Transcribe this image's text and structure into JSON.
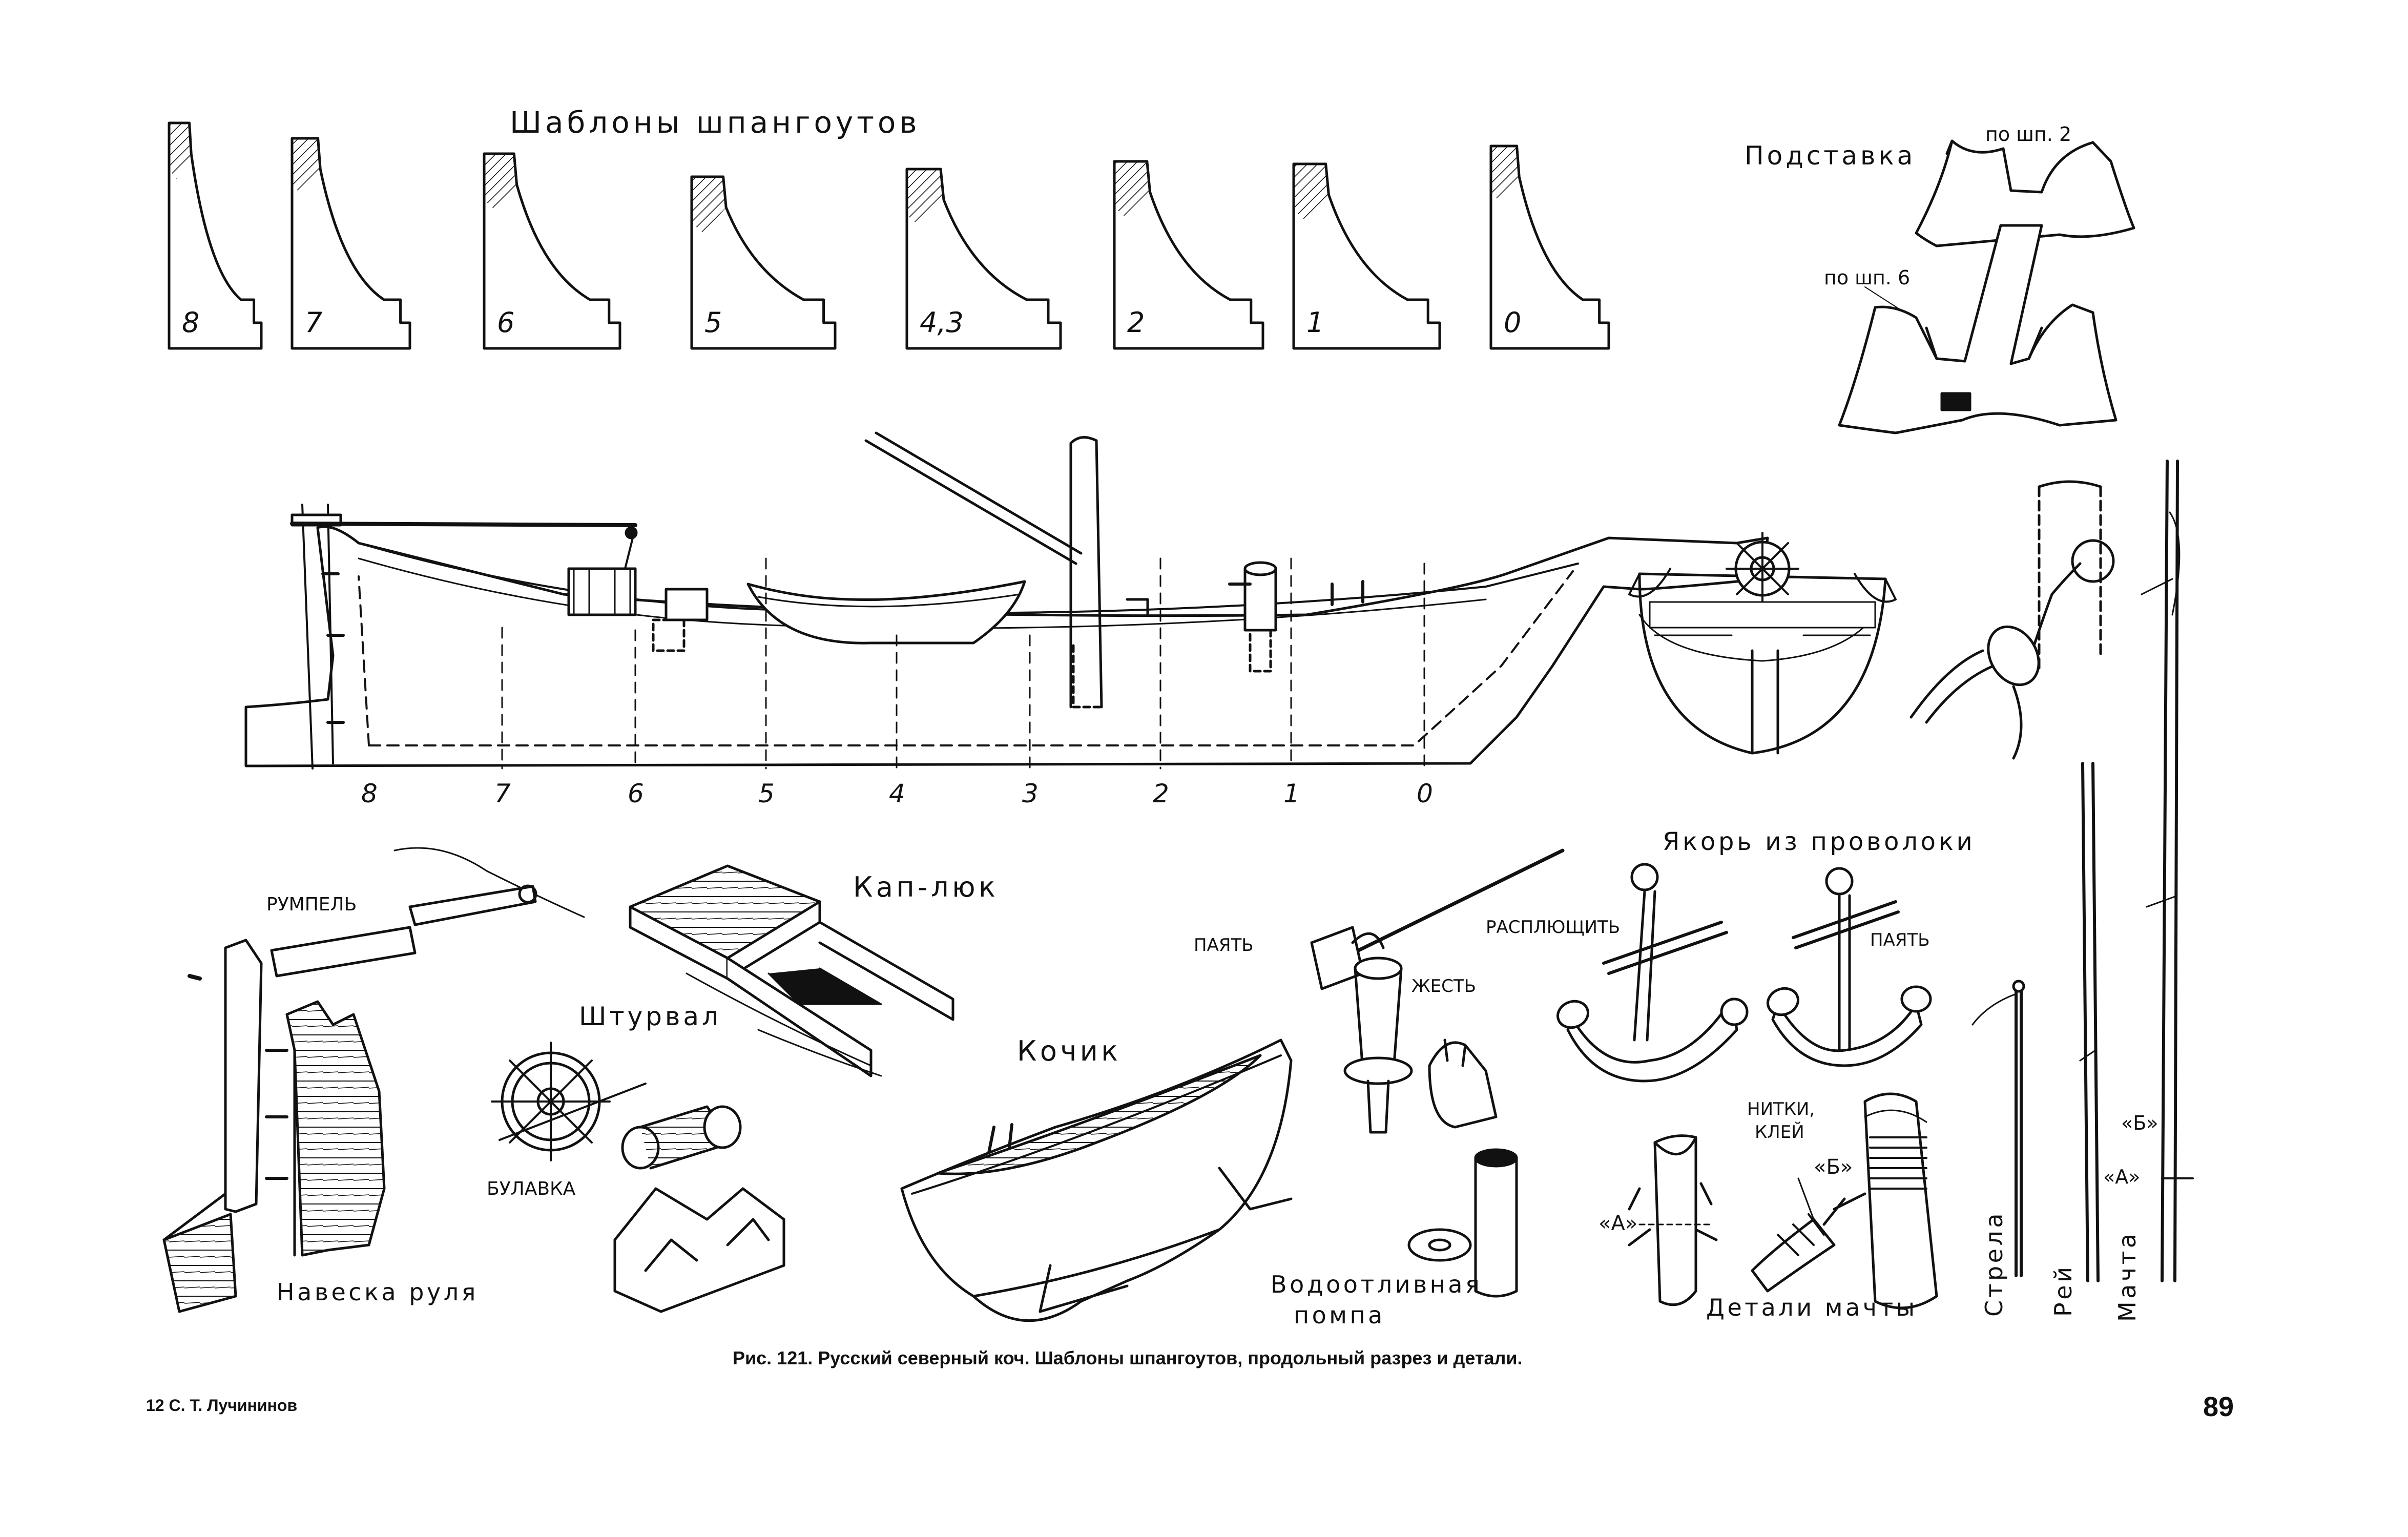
{
  "frame_templates": {
    "title": "Шаблоны шпангоутов",
    "items": [
      "8",
      "7",
      "6",
      "5",
      "4,3",
      "2",
      "1",
      "0"
    ]
  },
  "stand": {
    "title": "Подставка",
    "note_top": "по шп. 2",
    "note_bottom": "по шп. 6"
  },
  "section": {
    "stations": [
      "8",
      "7",
      "6",
      "5",
      "4",
      "3",
      "2",
      "1",
      "0"
    ]
  },
  "rudder": {
    "tiller_label": "Румпель",
    "title": "Навеска руля"
  },
  "wheel": {
    "title": "Штурвал",
    "pin_label": "Булавка"
  },
  "hatch": {
    "title": "Кап-люк"
  },
  "boat": {
    "title": "Кочик"
  },
  "pump": {
    "solder_label": "паять",
    "tin_label": "жесть",
    "title_line1": "Водоотливная",
    "title_line2": "помпа"
  },
  "anchor": {
    "title": "Якорь из проволоки",
    "flatten_label": "расплющить",
    "solder_label": "паять"
  },
  "mast_details": {
    "thread_label_line1": "нитки,",
    "thread_label_line2": "клей",
    "label_a": "«А»",
    "label_b": "«Б»",
    "title": "Детали мачты"
  },
  "spars": {
    "boom": "Стрела",
    "yard": "Рей",
    "mast": "Мачта",
    "label_b": "«Б»",
    "label_a": "«А»"
  },
  "caption": "Рис. 121. Русский северный коч. Шаблоны шпангоутов, продольный разрез и детали.",
  "footer": {
    "author": "12 С. Т. Лучининов",
    "page_number": "89"
  }
}
